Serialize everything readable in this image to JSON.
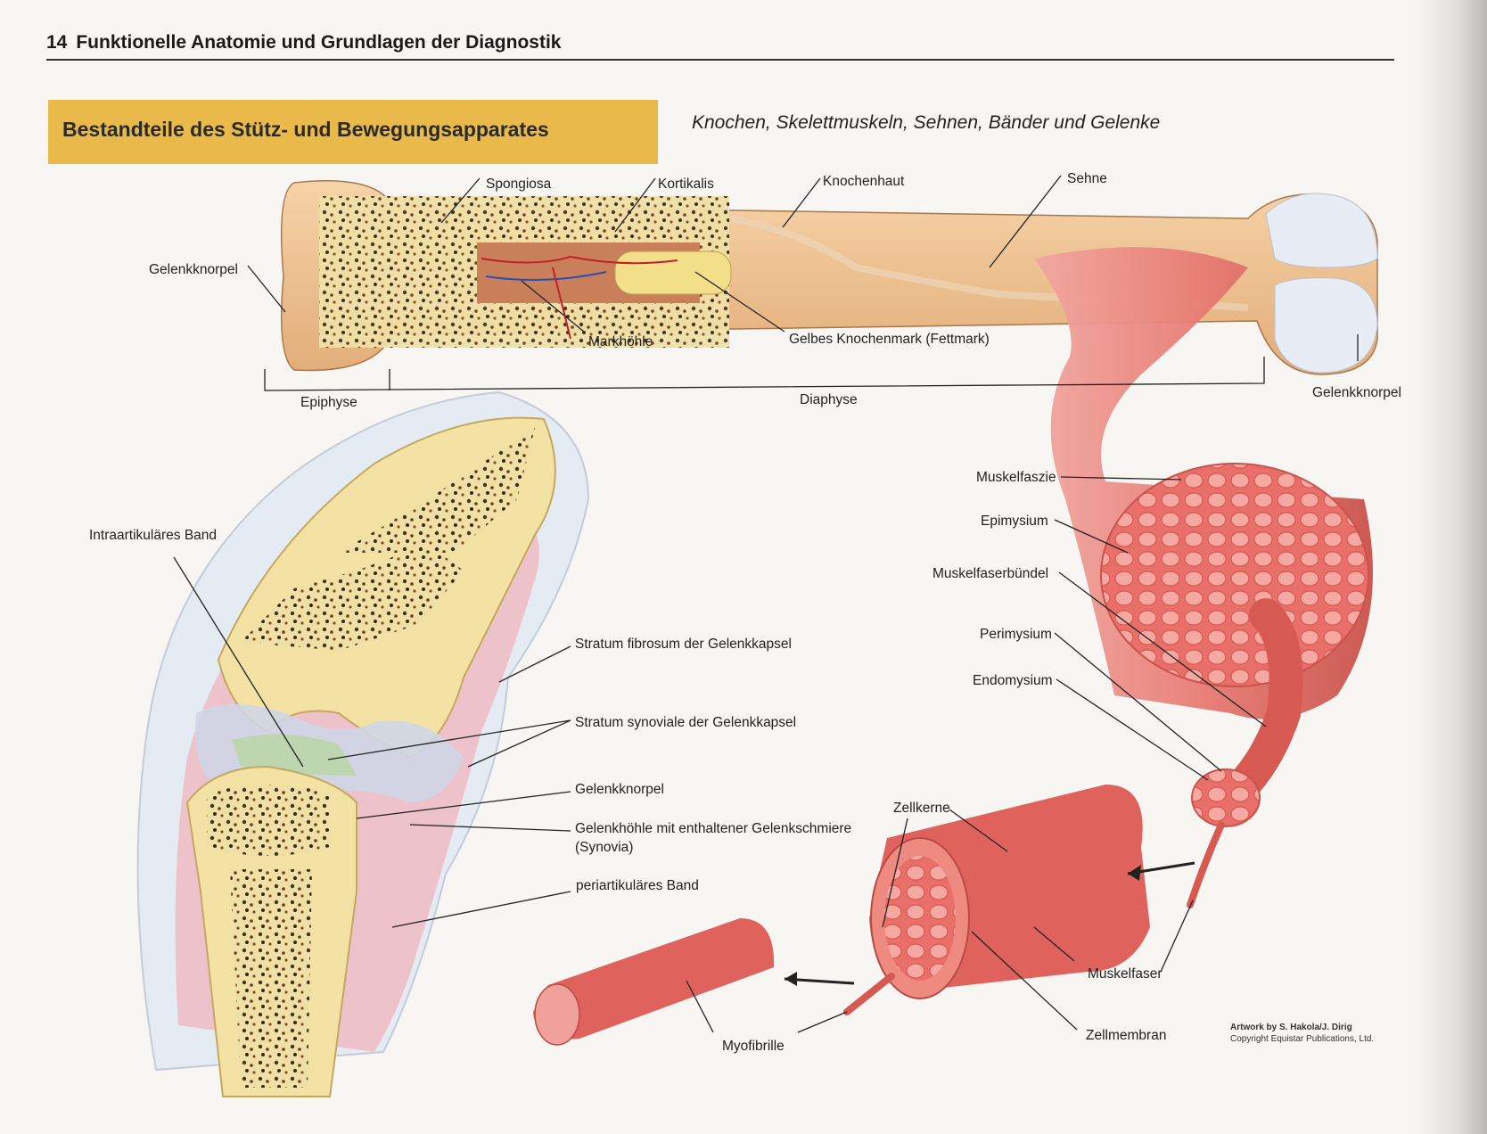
{
  "header": {
    "page_number": "14",
    "title": "Funktionelle Anatomie und Grundlagen der Diagnostik"
  },
  "banner": {
    "title": "Bestandteile des Stütz- und Bewegungsapparates"
  },
  "subtitle": "Knochen, Skelettmuskeln, Sehnen, Bänder und Gelenke",
  "labels": {
    "spongiosa": "Spongiosa",
    "kortikalis": "Kortikalis",
    "knochenhaut": "Knochenhaut",
    "sehne": "Sehne",
    "gelenkknorpel_left": "Gelenkknorpel",
    "markhoehle": "Markhöhle",
    "gelbes_knochenmark": "Gelbes Knochenmark (Fettmark)",
    "epiphyse": "Epiphyse",
    "diaphyse": "Diaphyse",
    "gelenkknorpel_right": "Gelenkknorpel",
    "muskelfaszie": "Muskelfaszie",
    "epimysium": "Epimysium",
    "muskelfaserbuendel": "Muskelfaserbündel",
    "perimysium": "Perimysium",
    "endomysium": "Endomysium",
    "intraartikulaeres_band": "Intraartikuläres Band",
    "stratum_fibrosum": "Stratum fibrosum der Gelenkkapsel",
    "stratum_synoviale": "Stratum synoviale der Gelenkkapsel",
    "gelenkknorpel_joint": "Gelenkknorpel",
    "gelenkhoehle_line1": "Gelenkhöhle mit enthaltener Gelenkschmiere",
    "gelenkhoehle_line2": "(Synovia)",
    "periartikulaeres_band": "periartikuläres Band",
    "zellkerne": "Zellkerne",
    "muskelfaser": "Muskelfaser",
    "zellmembran": "Zellmembran",
    "myofibrille": "Myofibrille"
  },
  "credit": {
    "line1": "Artwork by S. Hakola/J. Dirig",
    "line2": "Copyright Equistar Publications, Ltd."
  }
}
